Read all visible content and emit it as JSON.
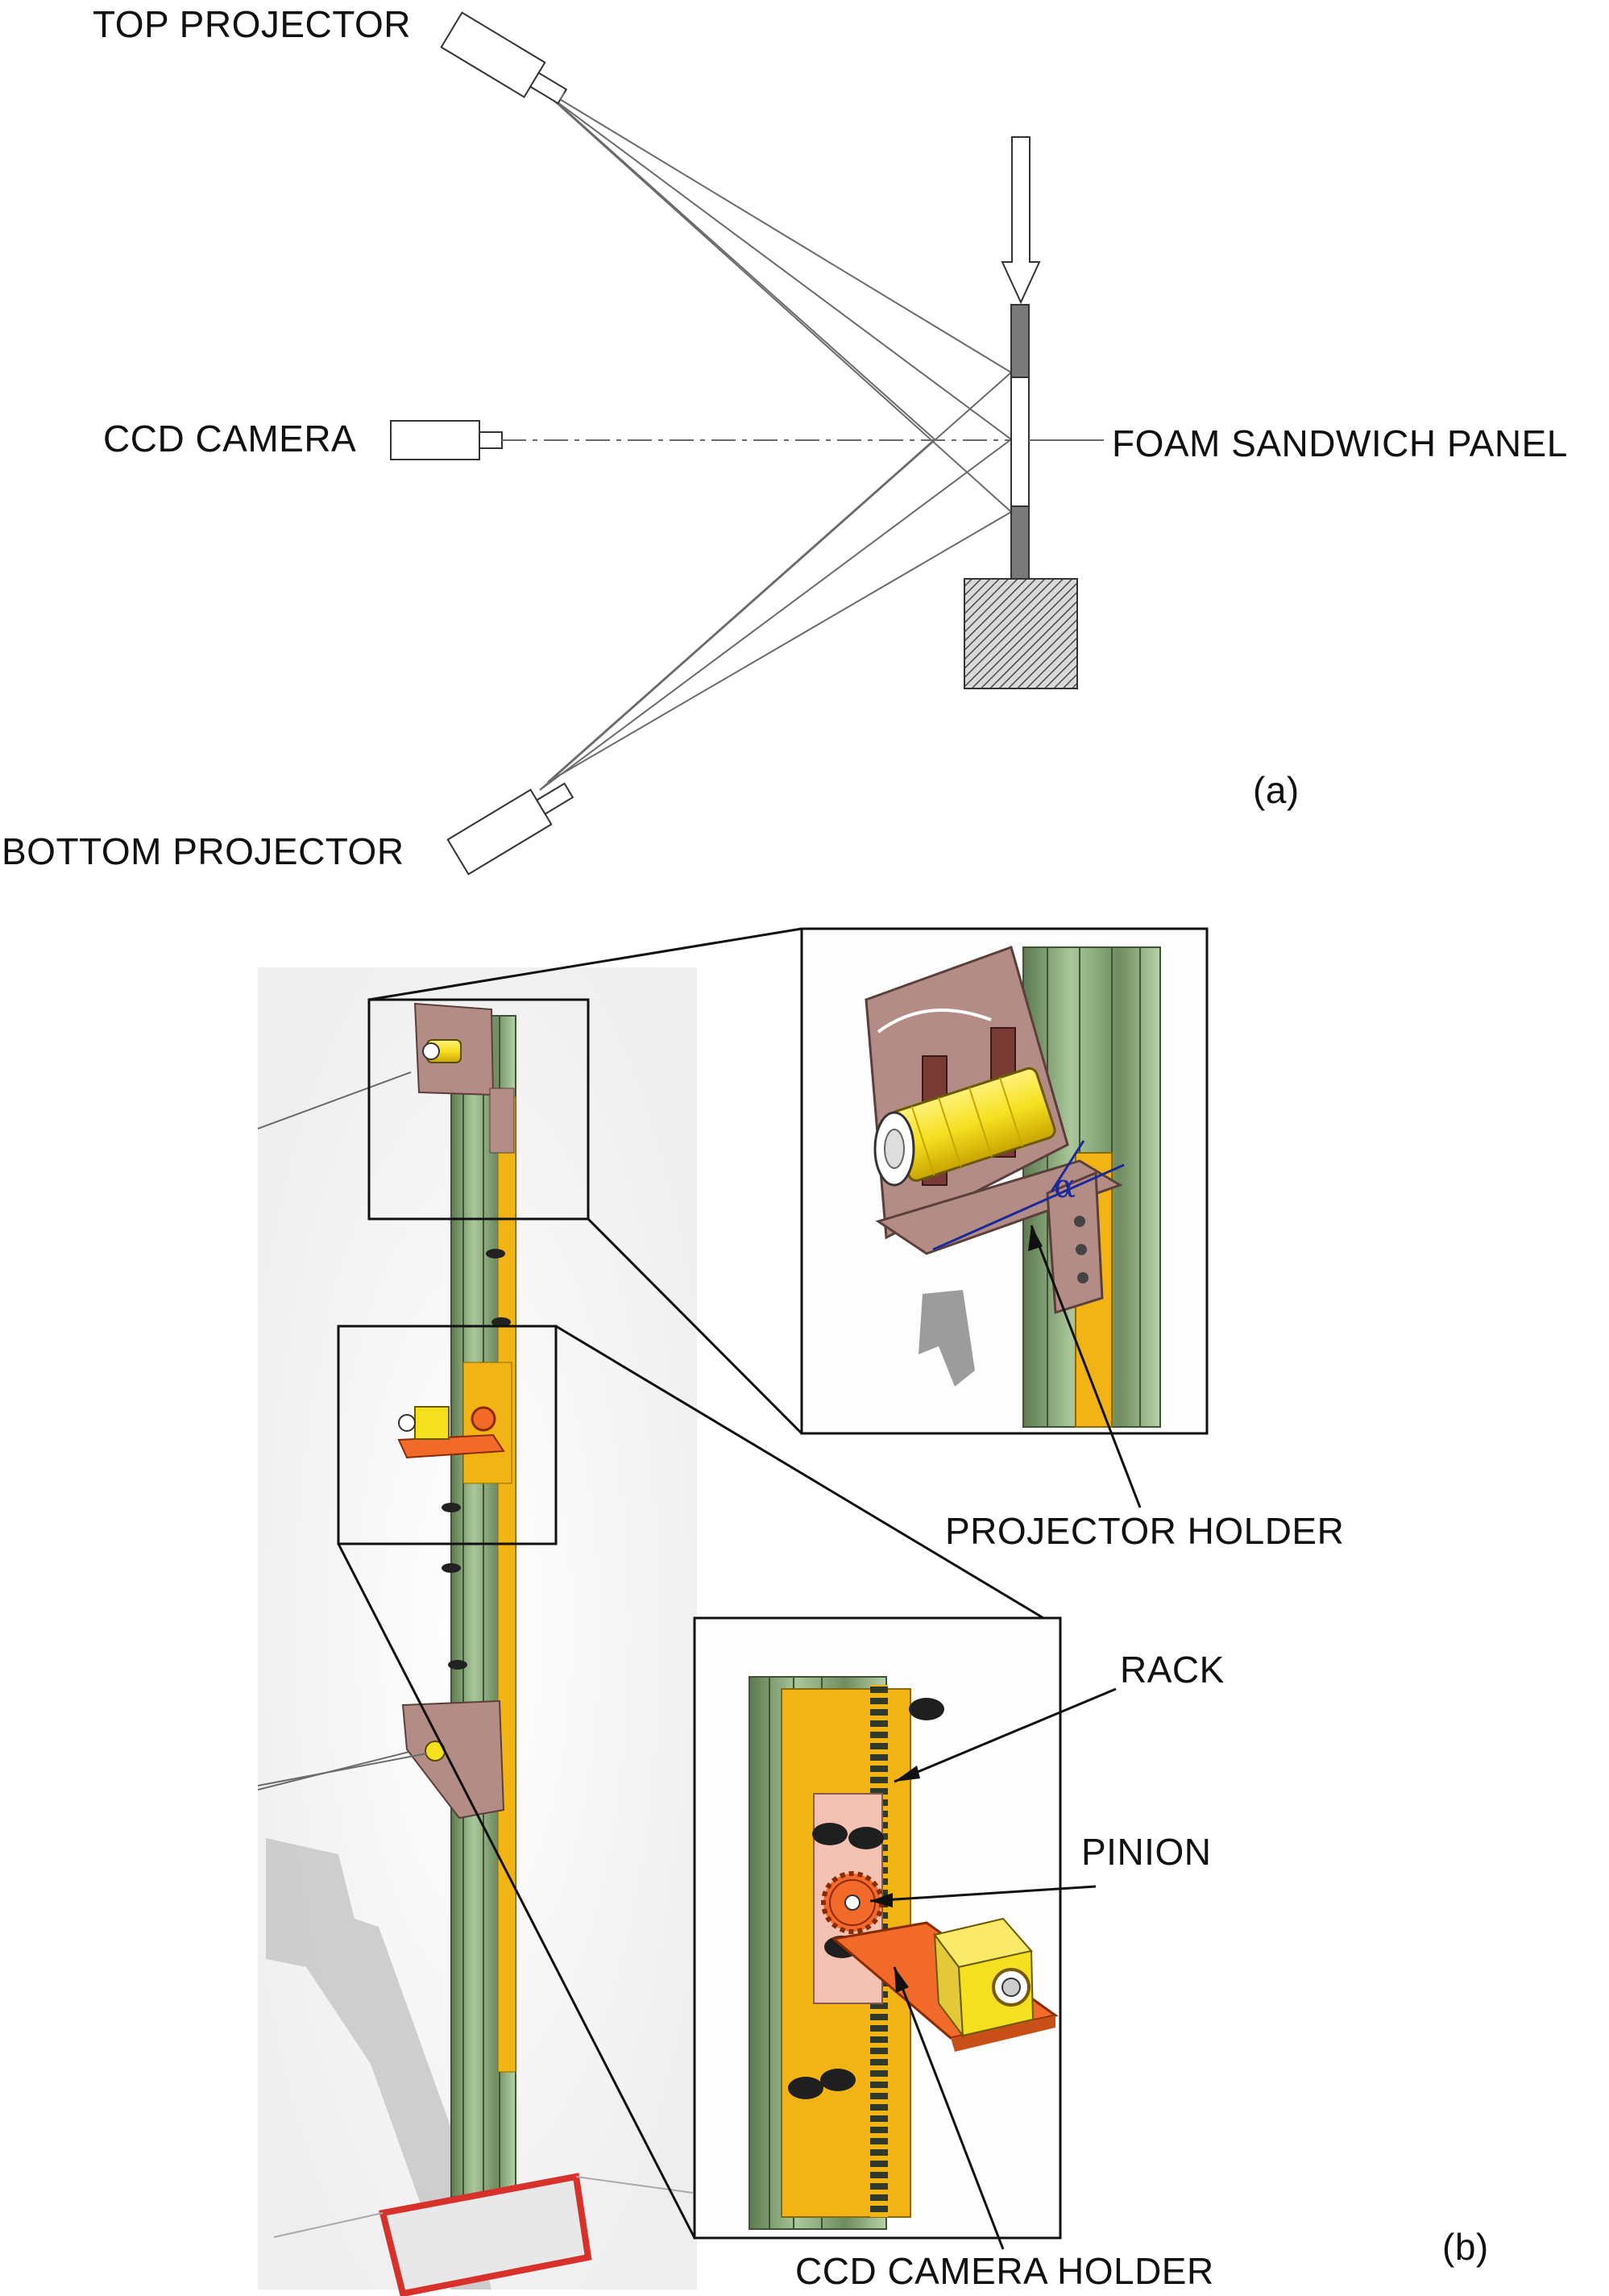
{
  "panel_a": {
    "labels": {
      "top_projector": "TOP PROJECTOR",
      "ccd_camera": "CCD CAMERA",
      "foam_sandwich_panel": "FOAM SANDWICH PANEL",
      "bottom_projector": "BOTTOM PROJECTOR"
    },
    "panel_letter": "(a)"
  },
  "panel_b": {
    "labels": {
      "projector_holder": "PROJECTOR HOLDER",
      "rack": "RACK",
      "pinion": "PINION",
      "ccd_camera_holder": "CCD CAMERA HOLDER",
      "angle": "α"
    },
    "panel_letter": "(b)"
  },
  "colors": {
    "column_green": "#8fb07f",
    "rack_yellow": "#f2b414",
    "projector_yellow": "#f5e020",
    "holder_pink": "#b48c86",
    "camera_holder_orange": "#f26a2a",
    "base_red": "#d8302a",
    "angle_blue": "#1a2a9a",
    "hatch_gray": "#555555"
  }
}
